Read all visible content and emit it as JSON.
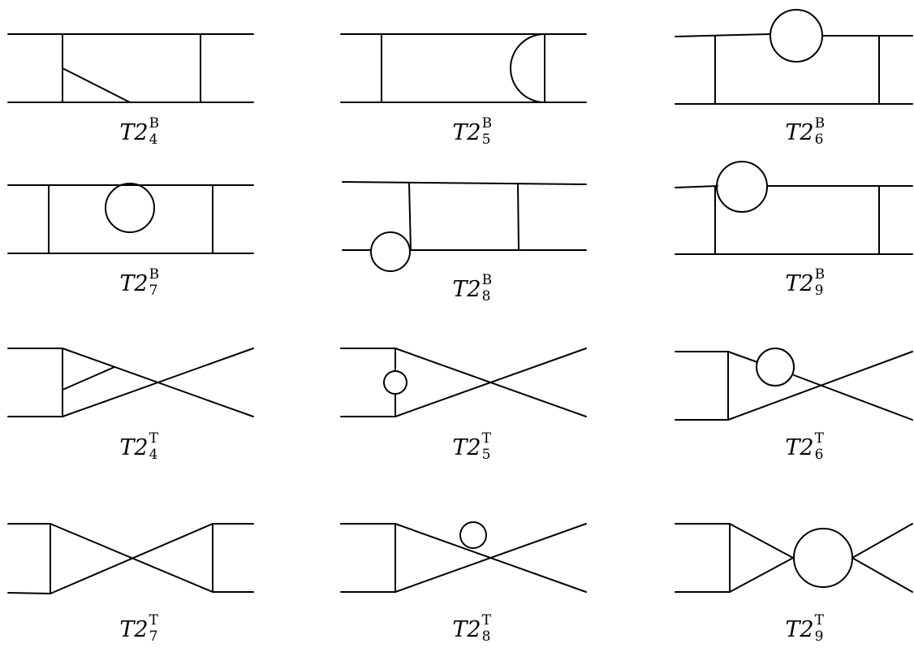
{
  "diagrams": [
    {
      "id": "T2B4",
      "name": "T2",
      "sup": "B",
      "sub": "4"
    },
    {
      "id": "T2B5",
      "name": "T2",
      "sup": "B",
      "sub": "5"
    },
    {
      "id": "T2B6",
      "name": "T2",
      "sup": "B",
      "sub": "6"
    },
    {
      "id": "T2B7",
      "name": "T2",
      "sup": "B",
      "sub": "7"
    },
    {
      "id": "T2B8",
      "name": "T2",
      "sup": "B",
      "sub": "8"
    },
    {
      "id": "T2B9",
      "name": "T2",
      "sup": "B",
      "sub": "9"
    },
    {
      "id": "T2T4",
      "name": "T2",
      "sup": "T",
      "sub": "4"
    },
    {
      "id": "T2T5",
      "name": "T2",
      "sup": "T",
      "sub": "5"
    },
    {
      "id": "T2T6",
      "name": "T2",
      "sup": "T",
      "sub": "6"
    },
    {
      "id": "T2T7",
      "name": "T2",
      "sup": "T",
      "sub": "7"
    },
    {
      "id": "T2T8",
      "name": "T2",
      "sup": "T",
      "sub": "8"
    },
    {
      "id": "T2T9",
      "name": "T2",
      "sup": "T",
      "sub": "9"
    }
  ],
  "colors": {
    "stroke": "#000000",
    "background": "#ffffff"
  }
}
